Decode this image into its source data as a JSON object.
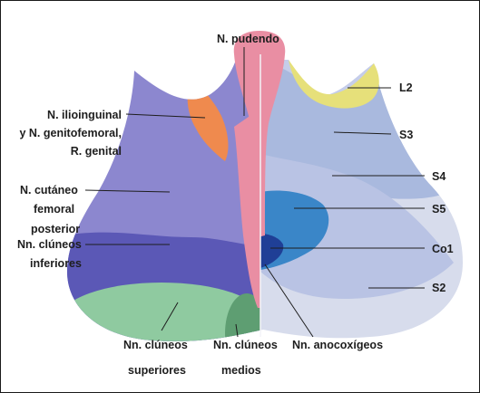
{
  "labels": {
    "pudendo": "N. pudendo",
    "ilioinguinal": [
      "N. ilioinguinal",
      "y N. genitofemoral,",
      "R. genital"
    ],
    "cutaneo": [
      "N. cutáneo",
      "femoral",
      "posterior"
    ],
    "clunicos_inferiores": [
      "Nn. clúneos",
      "inferiores"
    ],
    "clunicos_superiores": [
      "Nn. clúneos",
      "superiores"
    ],
    "clunicos_medios": [
      "Nn. clúneos",
      "medios"
    ],
    "anococcigeos": "Nn. anocoxígeos",
    "l2": "L2",
    "s3": "S3",
    "s4": "S4",
    "s5": "S5",
    "co1": "Co1",
    "s2": "S2"
  },
  "colors": {
    "pudendo": "#e98ea3",
    "ilioinguinal": "#ef8a4e",
    "cutaneo": "#8c87cf",
    "clunicos_inferiores": "#5b58b6",
    "clunicos_superiores": "#8fcaa0",
    "clunicos_medios": "#5e9e72",
    "l2": "#e6e07a",
    "s3": "#a9b9de",
    "s4": "#b9c3e4",
    "s5": "#3a86c8",
    "co1": "#1f3f96",
    "s2": "#d7dcec"
  }
}
